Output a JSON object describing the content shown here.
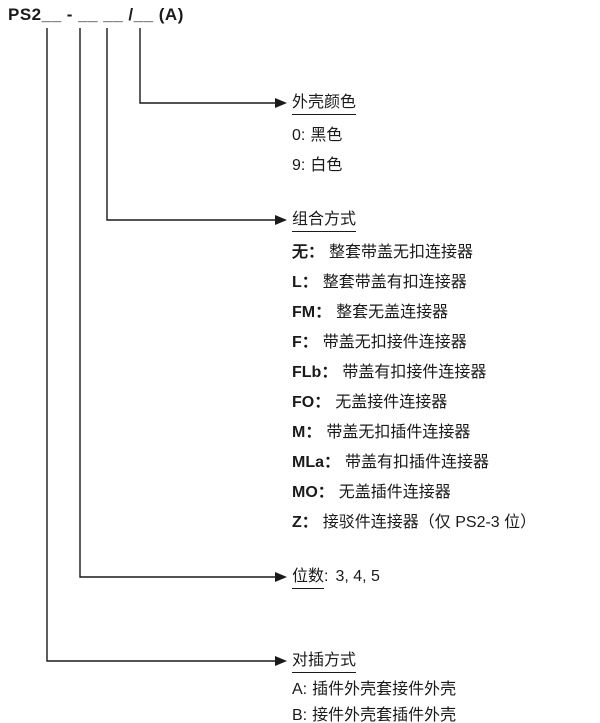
{
  "part_number": "PS2__ - __ __ /__ (A)",
  "colors": {
    "text": "#1a1a1a",
    "background": "#ffffff",
    "line": "#1a1a1a"
  },
  "sections": [
    {
      "id": "shell-color",
      "title": "外壳颜色",
      "items": [
        {
          "code": "0:",
          "desc": "黑色"
        },
        {
          "code": "9:",
          "desc": "白色"
        }
      ]
    },
    {
      "id": "combination",
      "title": "组合方式",
      "items": [
        {
          "code": "无：",
          "desc": "整套带盖无扣连接器"
        },
        {
          "code": "L：",
          "desc": "整套带盖有扣连接器"
        },
        {
          "code": "FM：",
          "desc": "整套无盖连接器"
        },
        {
          "code": "F：",
          "desc": "带盖无扣接件连接器"
        },
        {
          "code": "FLb：",
          "desc": "带盖有扣接件连接器"
        },
        {
          "code": "FO：",
          "desc": "无盖接件连接器"
        },
        {
          "code": "M：",
          "desc": "带盖无扣插件连接器"
        },
        {
          "code": "MLa：",
          "desc": "带盖有扣插件连接器"
        },
        {
          "code": "MO：",
          "desc": "无盖插件连接器"
        },
        {
          "code": "Z：",
          "desc": "接驳件连接器（仅 PS2-3 位）"
        }
      ]
    },
    {
      "id": "positions",
      "title": "位数",
      "colon": ":",
      "value": "3, 4, 5"
    },
    {
      "id": "mating",
      "title": "对插方式",
      "items": [
        {
          "code": "A:",
          "desc": "插件外壳套接件外壳"
        },
        {
          "code": "B:",
          "desc": "接件外壳套插件外壳"
        }
      ]
    }
  ]
}
